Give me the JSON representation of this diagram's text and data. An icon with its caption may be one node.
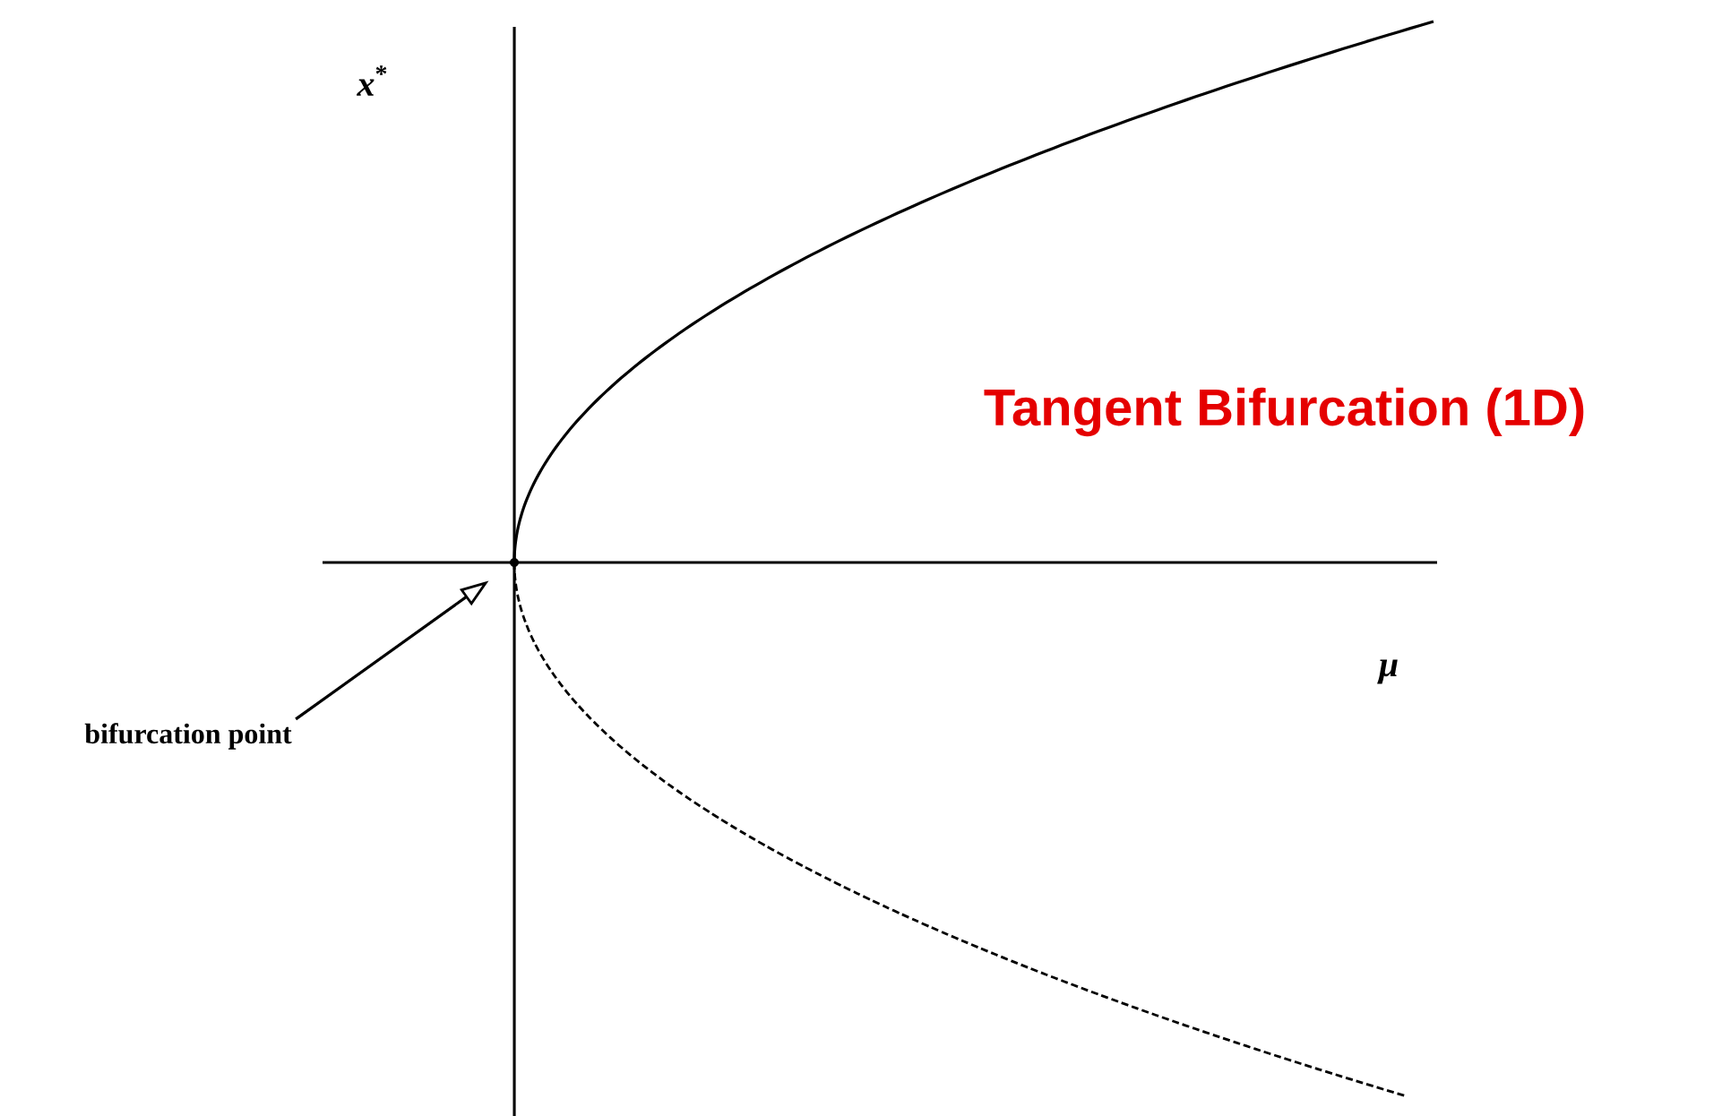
{
  "diagram": {
    "title": "Tangent Bifurcation (1D)",
    "nodes": [
      {
        "text": [
          "bifurcation point"
        ]
      },
      {
        "text": [],
        "shape": "point"
      }
    ],
    "edges": [
      {
        "from": 0,
        "to": 1,
        "arrow": "to"
      }
    ],
    "labels": [
      "*x*$^{*}$",
      "*μ*"
    ]
  }
}
